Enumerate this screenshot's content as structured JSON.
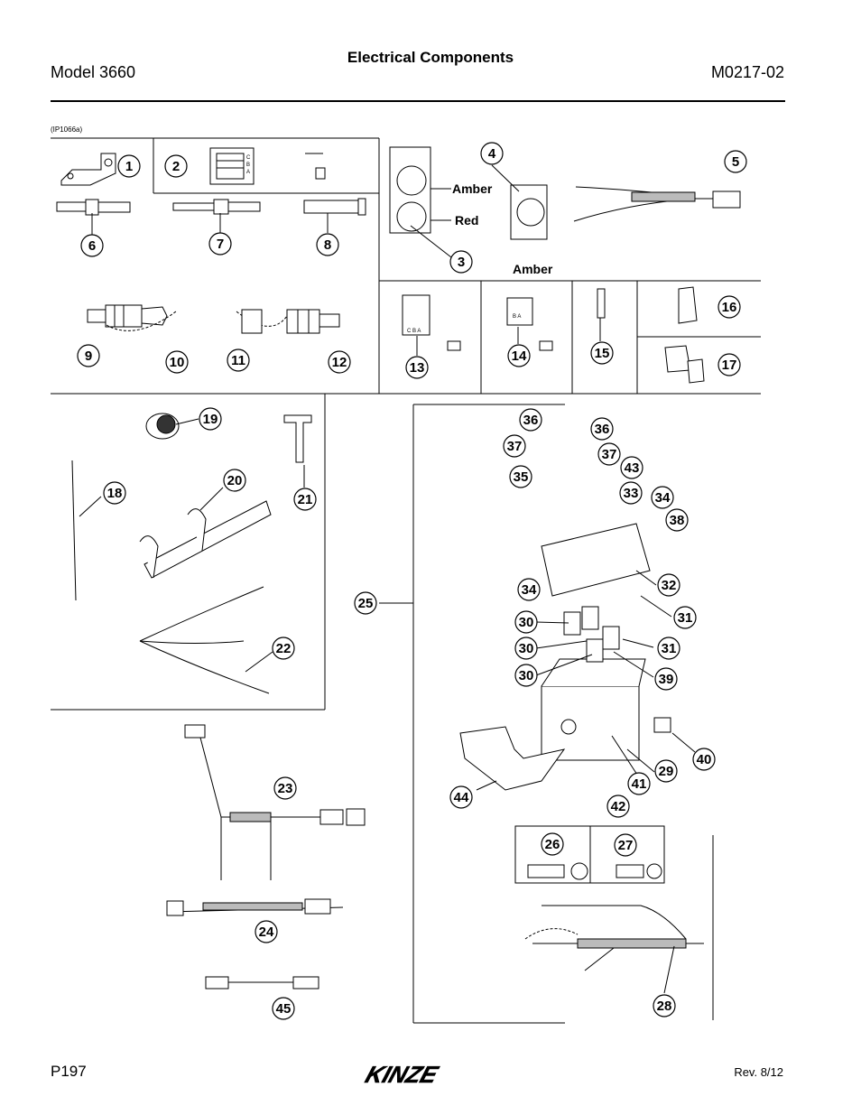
{
  "header": {
    "title": "Electrical Components",
    "model": "Model 3660",
    "doc_number": "M0217-02"
  },
  "figure_code": "(IP1066a)",
  "labels": {
    "amber_top": "Amber",
    "red": "Red",
    "amber_bottom": "Amber"
  },
  "callouts": [
    "1",
    "2",
    "3",
    "4",
    "5",
    "6",
    "7",
    "8",
    "9",
    "10",
    "11",
    "12",
    "13",
    "14",
    "15",
    "16",
    "17",
    "18",
    "19",
    "20",
    "21",
    "22",
    "23",
    "24",
    "25",
    "26",
    "27",
    "28",
    "29",
    "30",
    "30",
    "30",
    "31",
    "31",
    "32",
    "33",
    "34",
    "34",
    "35",
    "36",
    "36",
    "37",
    "37",
    "38",
    "39",
    "40",
    "41",
    "42",
    "43",
    "44",
    "45"
  ],
  "footer": {
    "page": "P197",
    "revision": "Rev. 8/12",
    "logo": "KINZE"
  }
}
